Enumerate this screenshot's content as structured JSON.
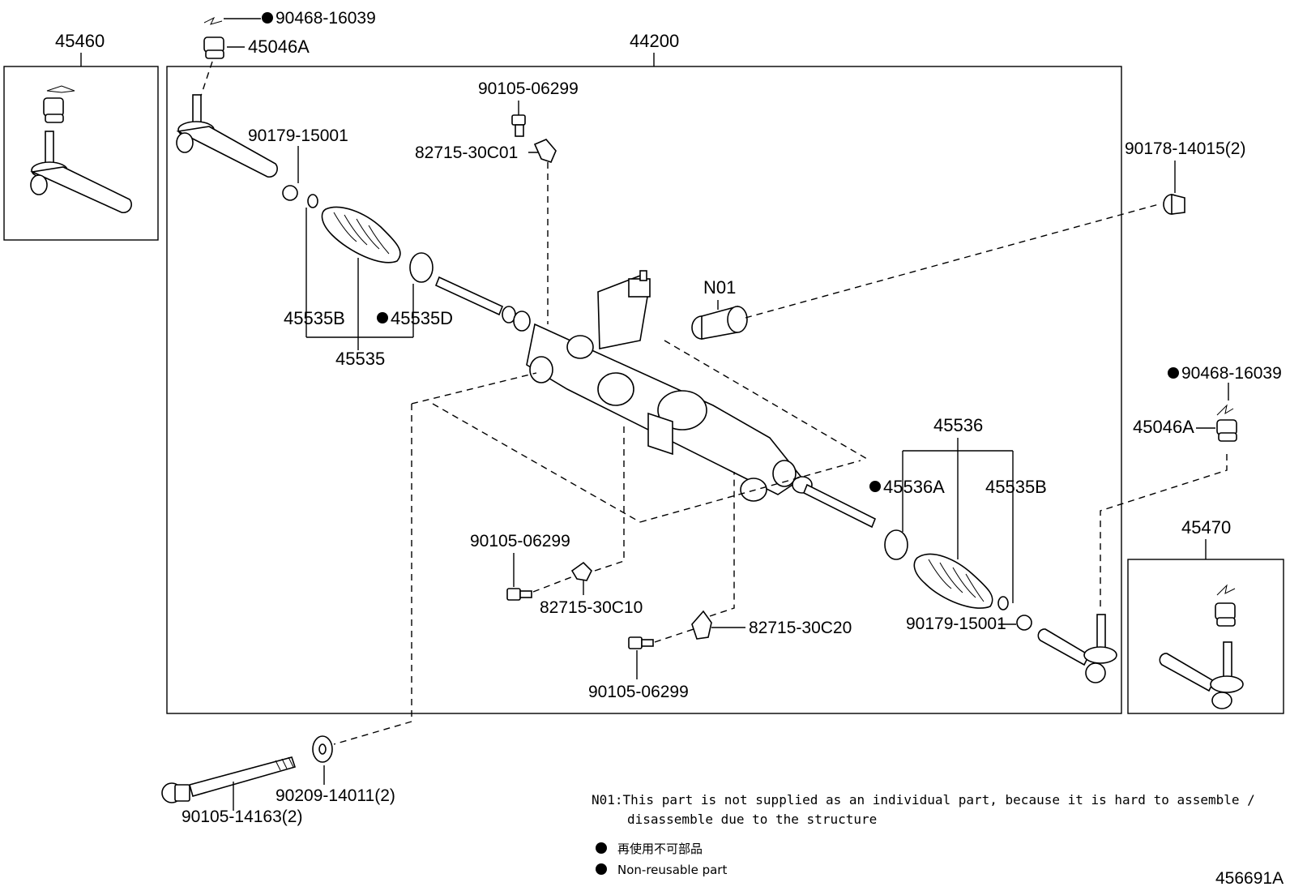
{
  "assemblies": {
    "left_tie_rod_end": "45460",
    "gear_assembly": "44200",
    "right_tie_rod_end": "45470"
  },
  "parts": {
    "cotter_pin_left": "90468-16039",
    "nut_left": "45046A",
    "clip_left": "90179-15001",
    "bolt_top": "90105-06299",
    "bracket_top": "82715-30C01",
    "boot_clamp_left": "45535B",
    "boot_band_left": "45535D",
    "boot_kit_left": "45535",
    "n01": "N01",
    "bushing_right": "90178-14015(2)",
    "cotter_pin_right": "90468-16039",
    "nut_right": "45046A",
    "boot_kit_right": "45536",
    "boot_band_right": "45536A",
    "boot_clamp_right": "45535B",
    "bolt_mid": "90105-06299",
    "bracket_mid": "82715-30C10",
    "clip_right": "90179-15001",
    "bracket_low": "82715-30C20",
    "bolt_low": "90105-06299",
    "long_bolt": "90105-14163(2)",
    "washer": "90209-14011(2)"
  },
  "notes": {
    "n01_line1": "N01:This part is not supplied as an individual part, because it is hard to assemble /",
    "n01_line2": "disassemble due to the structure",
    "legend_jp": "再使用不可部品",
    "legend_en": "Non-reusable part"
  },
  "diagram_id": "456691A",
  "colors": {
    "ink": "#000000",
    "paper": "#ffffff"
  }
}
